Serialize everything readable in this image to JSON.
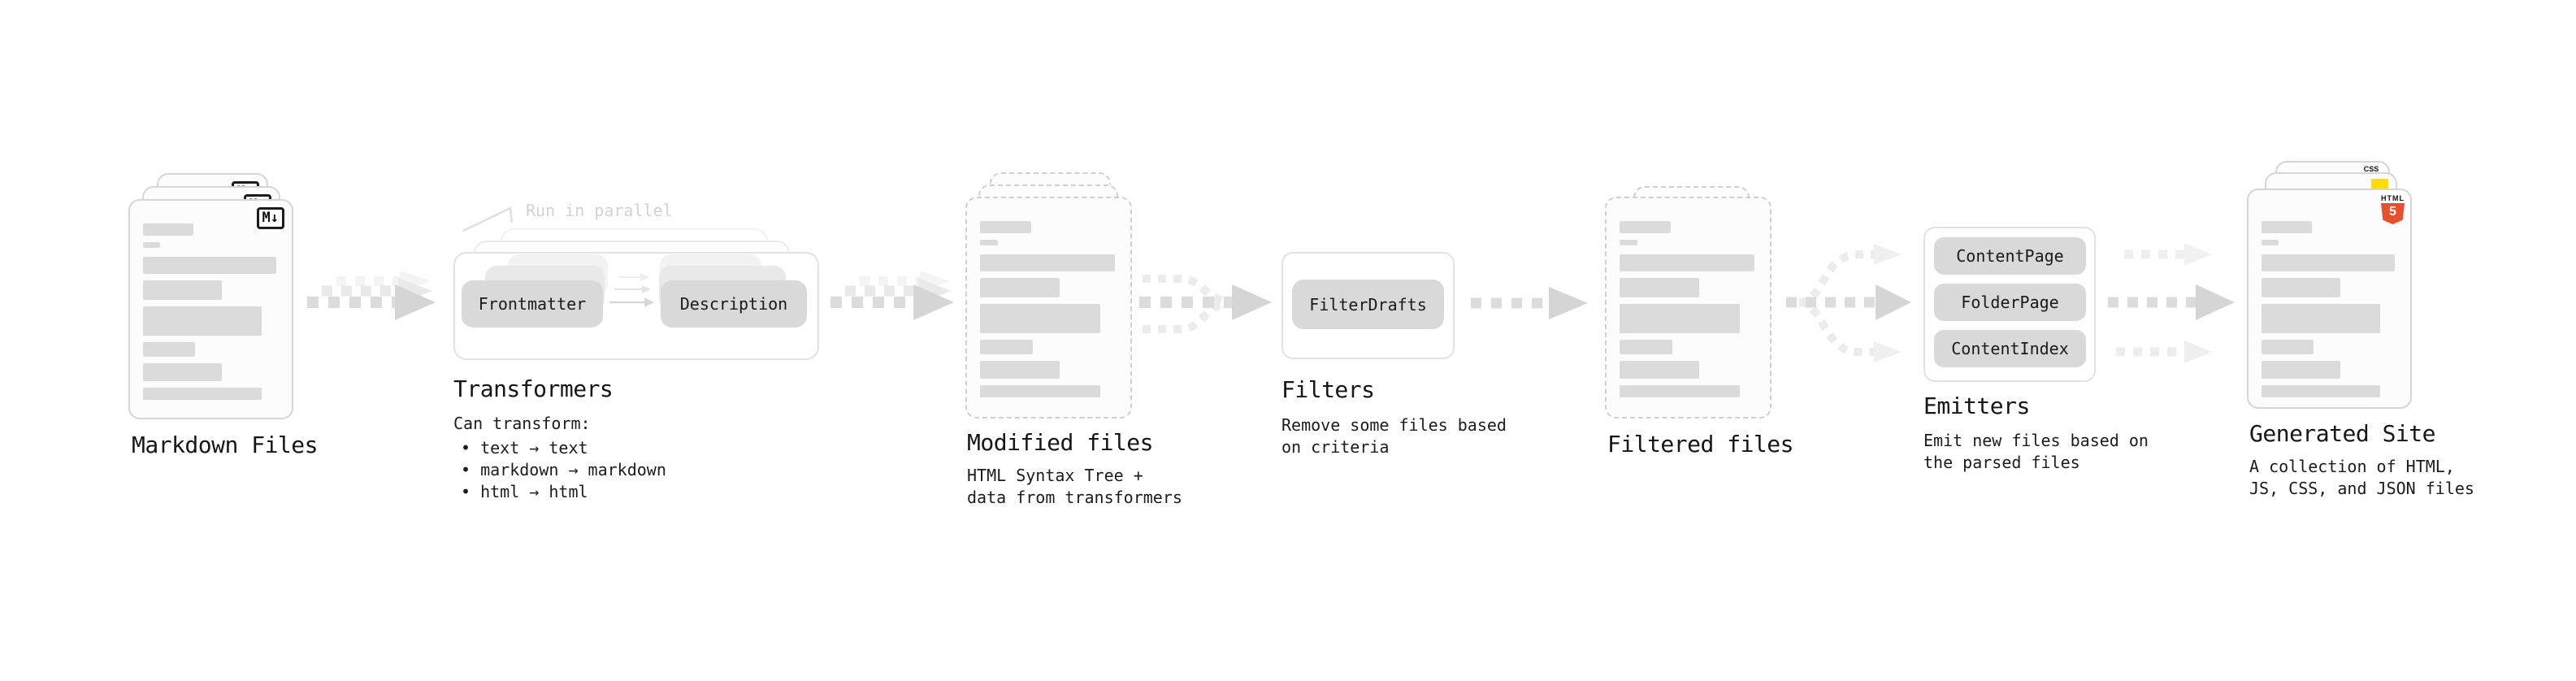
{
  "markdown_files": {
    "title": "Markdown Files",
    "badge_label": "M↓"
  },
  "transformers": {
    "title": "Transformers",
    "annotation": "Run in parallel",
    "node_frontmatter": "Frontmatter",
    "node_description": "Description",
    "caption_heading": "Can transform:",
    "bullets": [
      "• text → text",
      "• markdown → markdown",
      "• html → html"
    ]
  },
  "modified_files": {
    "title": "Modified files",
    "caption": "HTML Syntax Tree +\ndata from transformers"
  },
  "filters": {
    "title": "Filters",
    "node_filterdrafts": "FilterDrafts",
    "caption": "Remove some files based\non criteria"
  },
  "filtered_files": {
    "title": "Filtered files"
  },
  "emitters": {
    "title": "Emitters",
    "nodes": [
      "ContentPage",
      "FolderPage",
      "ContentIndex"
    ],
    "caption": "Emit new files based on\nthe parsed files"
  },
  "generated_site": {
    "title": "Generated Site",
    "caption": "A collection of HTML,\nJS, CSS, and JSON files",
    "css_file_label": "CSS",
    "html_logo_word": "HTML",
    "html_logo_numeral": "5"
  },
  "colors": {
    "canvas_bg": "#ffffff",
    "card_fill": "#fcfcfc",
    "card_border": "#d6d6d6",
    "node_fill": "#d9d9d9",
    "arrow": "#dcdcdc",
    "arrow_head": "#d5d5d5",
    "arrow_ghost": "#ececec",
    "text": "#1a1a1a",
    "muted_annotation": "#d2d2d2",
    "css_blue": "#2e68e0",
    "js_yellow": "#ffde00",
    "html5_orange": "#e8502b"
  }
}
